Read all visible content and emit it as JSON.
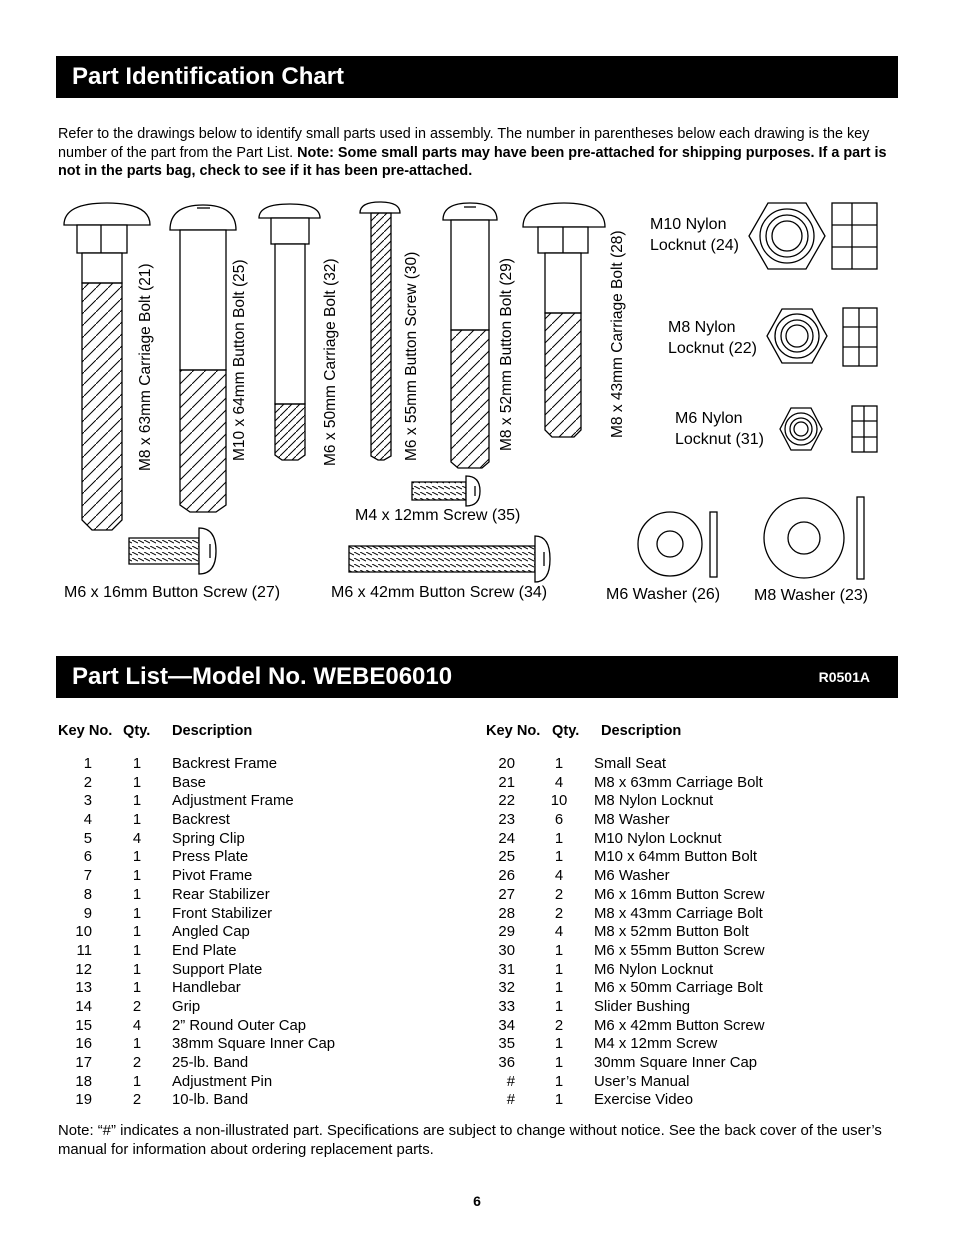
{
  "chart_title": "Part Identification Chart",
  "intro": {
    "text": "Refer to the drawings below to identify small parts used in assembly. The number in parentheses below each drawing is the key number of the part from the Part List. ",
    "note": "Note: Some small parts may have been pre-attached for shipping purposes. If a part is not in the parts bag, check to see if it has been pre-attached."
  },
  "drawings": {
    "bolt21": "M8 x 63mm Carriage Bolt (21)",
    "bolt25": "M10 x 64mm Button Bolt (25)",
    "bolt32": "M6 x 50mm Carriage Bolt (32)",
    "screw30": "M6 x 55mm Button Screw (30)",
    "bolt29": "M8 x 52mm Button Bolt (29)",
    "bolt28": "M8 x 43mm Carriage Bolt (28)",
    "locknut24_a": "M10 Nylon",
    "locknut24_b": "Locknut (24)",
    "locknut22_a": "M8 Nylon",
    "locknut22_b": "Locknut (22)",
    "locknut31_a": "M6 Nylon",
    "locknut31_b": "Locknut (31)",
    "screw35": "M4 x 12mm Screw (35)",
    "screw27": "M6 x 16mm Button Screw (27)",
    "screw34": "M6 x 42mm Button Screw (34)",
    "washer26": "M6 Washer (26)",
    "washer23": "M8 Washer (23)"
  },
  "part_list": {
    "title": "Part List—Model No. WEBE06010",
    "code": "R0501A",
    "headers": {
      "key": "Key No.",
      "qty": "Qty.",
      "desc": "Description"
    },
    "left": [
      [
        "1",
        "1",
        "Backrest Frame"
      ],
      [
        "2",
        "1",
        "Base"
      ],
      [
        "3",
        "1",
        "Adjustment Frame"
      ],
      [
        "4",
        "1",
        "Backrest"
      ],
      [
        "5",
        "4",
        "Spring Clip"
      ],
      [
        "6",
        "1",
        "Press Plate"
      ],
      [
        "7",
        "1",
        "Pivot Frame"
      ],
      [
        "8",
        "1",
        "Rear Stabilizer"
      ],
      [
        "9",
        "1",
        "Front Stabilizer"
      ],
      [
        "10",
        "1",
        "Angled Cap"
      ],
      [
        "11",
        "1",
        "End Plate"
      ],
      [
        "12",
        "1",
        "Support Plate"
      ],
      [
        "13",
        "1",
        "Handlebar"
      ],
      [
        "14",
        "2",
        "Grip"
      ],
      [
        "15",
        "4",
        "2” Round Outer Cap"
      ],
      [
        "16",
        "1",
        "38mm Square Inner Cap"
      ],
      [
        "17",
        "2",
        "25-lb. Band"
      ],
      [
        "18",
        "1",
        "Adjustment Pin"
      ],
      [
        "19",
        "2",
        "10-lb. Band"
      ]
    ],
    "right": [
      [
        "20",
        "1",
        "Small Seat"
      ],
      [
        "21",
        "4",
        "M8 x 63mm Carriage Bolt"
      ],
      [
        "22",
        "10",
        "M8 Nylon Locknut"
      ],
      [
        "23",
        "6",
        "M8 Washer"
      ],
      [
        "24",
        "1",
        "M10 Nylon Locknut"
      ],
      [
        "25",
        "1",
        "M10 x 64mm Button Bolt"
      ],
      [
        "26",
        "4",
        "M6 Washer"
      ],
      [
        "27",
        "2",
        "M6 x 16mm Button Screw"
      ],
      [
        "28",
        "2",
        "M8 x 43mm Carriage Bolt"
      ],
      [
        "29",
        "4",
        "M8 x 52mm Button Bolt"
      ],
      [
        "30",
        "1",
        "M6 x 55mm Button Screw"
      ],
      [
        "31",
        "1",
        "M6 Nylon Locknut"
      ],
      [
        "32",
        "1",
        "M6 x 50mm Carriage Bolt"
      ],
      [
        "33",
        "1",
        "Slider Bushing"
      ],
      [
        "34",
        "2",
        "M6 x 42mm Button Screw"
      ],
      [
        "35",
        "1",
        "M4 x 12mm Screw"
      ],
      [
        "36",
        "1",
        "30mm Square Inner Cap"
      ],
      [
        "#",
        "1",
        "User’s Manual"
      ],
      [
        "#",
        "1",
        "Exercise Video"
      ]
    ]
  },
  "footnote": "Note: “#” indicates a non-illustrated part. Specifications are subject to change without notice. See the back cover of the user’s manual for information about ordering replacement parts.",
  "page_number": "6"
}
